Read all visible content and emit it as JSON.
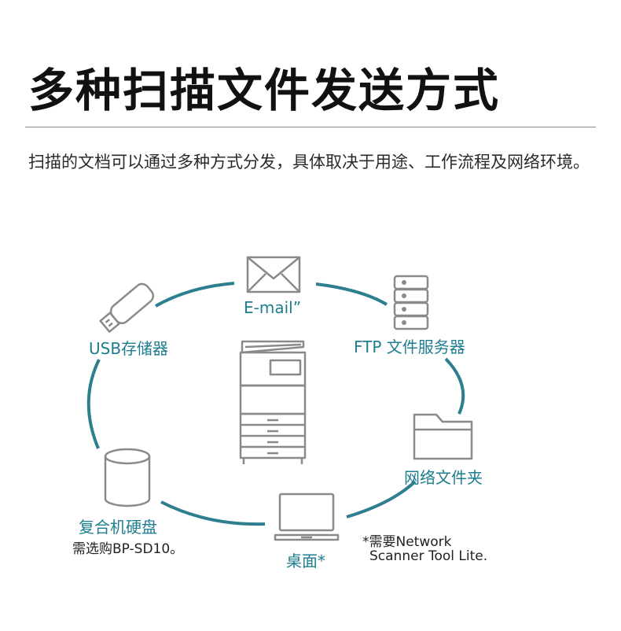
{
  "header": {
    "title": "多种扫描文件发送方式",
    "description": "扫描的文档可以通过多种方式分发，具体取决于用途、工作流程及网络环境。"
  },
  "colors": {
    "accent": "#1e7d8f",
    "icon_stroke": "#8a8a8a",
    "text": "#222222"
  },
  "diagram": {
    "center_icon": "multifunction-printer-icon",
    "destinations": [
      {
        "id": "email",
        "label": "E-mail”",
        "icon": "envelope-icon"
      },
      {
        "id": "ftp",
        "label": "FTP 文件服务器",
        "icon": "server-icon"
      },
      {
        "id": "network_folder",
        "label": "网络文件夹",
        "icon": "folder-icon"
      },
      {
        "id": "desktop",
        "label": "桌面*",
        "icon": "laptop-icon"
      },
      {
        "id": "hdd",
        "label": "复合机硬盘",
        "icon": "hard-disk-icon",
        "note": "需选购BP-SD10。"
      },
      {
        "id": "usb",
        "label": "USB存储器",
        "icon": "usb-drive-icon"
      }
    ],
    "footnote": {
      "line1": "*需要Network",
      "line2": "Scanner Tool Lite."
    }
  }
}
